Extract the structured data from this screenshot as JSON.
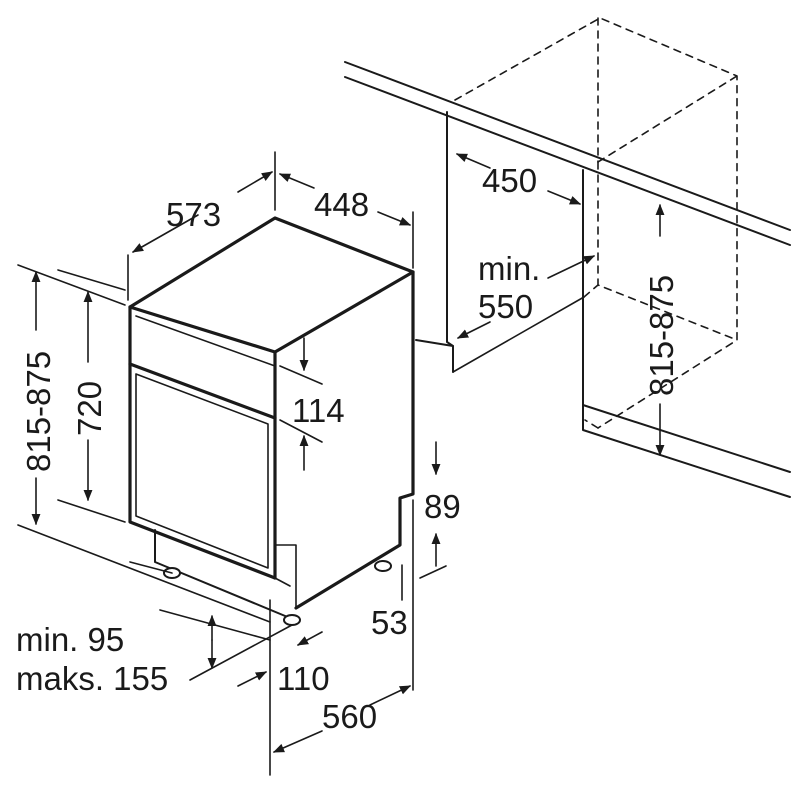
{
  "dimensions": {
    "appliance_depth": "573",
    "appliance_width": "448",
    "appliance_height_range": "815-875",
    "appliance_height": "720",
    "panel_height": "114",
    "plinth_recess_depth": "89",
    "plinth_offset": "53",
    "niche_width": "450",
    "niche_depth_prefix": "min.",
    "niche_depth": "550",
    "niche_height_range": "815-875",
    "plinth_height_min": "min. 95",
    "plinth_height_max": "maks. 155",
    "foot_setback": "110",
    "total_depth": "560"
  },
  "colors": {
    "line": "#1a1a1a",
    "background": "#ffffff"
  }
}
